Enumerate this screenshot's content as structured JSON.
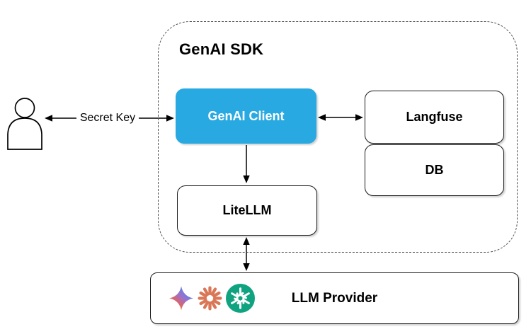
{
  "title": "GenAI SDK",
  "nodes": {
    "genai_client": "GenAI Client",
    "langfuse": "Langfuse",
    "db": "DB",
    "litellm": "LiteLLM",
    "llm_provider": "LLM Provider"
  },
  "labels": {
    "secret_key": "Secret Key"
  },
  "icons": {
    "actor": "user-icon",
    "providers": [
      "gemini-icon",
      "anthropic-icon",
      "openai-icon"
    ]
  },
  "colors": {
    "client_fill": "#29A9E1",
    "client_text": "#FFFFFF",
    "box_border": "#1A1A1A",
    "dashed_border": "#4D4D4D",
    "openai_green": "#10A37F",
    "anthropic_coral": "#D97757",
    "gemini_blue": "#4285F4",
    "gemini_purple": "#9B72CB",
    "gemini_red": "#D96570",
    "gemini_yellow": "#F4B400"
  }
}
